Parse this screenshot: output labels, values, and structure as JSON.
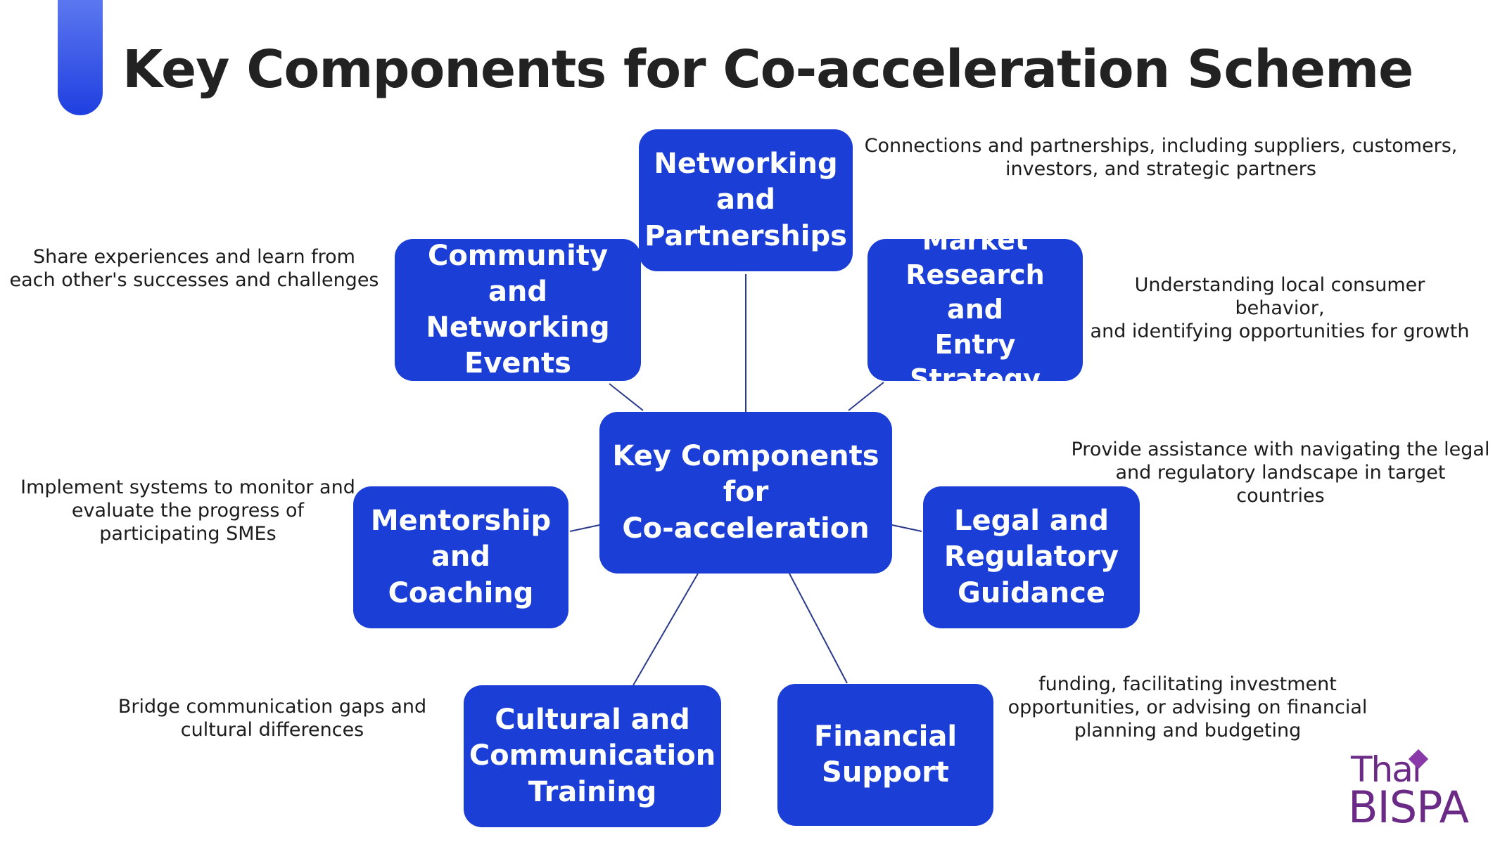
{
  "title": "Key Components for Co-acceleration Scheme",
  "colors": {
    "node_fill": "#1a3ed6",
    "node_text": "#ffffff",
    "line": "#2a3a8c",
    "accent": "#1f3fe0",
    "logo": "#6a2a85"
  },
  "center": {
    "label": "Key Components\nfor\nCo-acceleration"
  },
  "components": [
    {
      "label": "Networking\nand\nPartnerships",
      "description": "Connections and partnerships, including suppliers, customers,\ninvestors, and strategic partners"
    },
    {
      "label": "Community\nand Networking\nEvents",
      "description": "Share experiences and learn from\neach other's successes and challenges"
    },
    {
      "label": "Market\nResearch and\nEntry\nStrategy",
      "description": "Understanding local consumer behavior,\nand identifying opportunities for growth"
    },
    {
      "label": "Mentorship\nand\nCoaching",
      "description": "Implement systems to monitor and\nevaluate the progress of\nparticipating SMEs"
    },
    {
      "label": "Legal and\nRegulatory\nGuidance",
      "description": "Provide assistance with navigating the legal\nand regulatory landscape in target\ncountries"
    },
    {
      "label": "Cultural and\nCommunication\nTraining",
      "description": "Bridge communication gaps and\ncultural differences"
    },
    {
      "label": "Financial\nSupport",
      "description": "funding, facilitating investment\nopportunities, or advising on financial\nplanning and budgeting"
    }
  ],
  "logo": {
    "line1": "Thai",
    "line2": "BISPA"
  }
}
